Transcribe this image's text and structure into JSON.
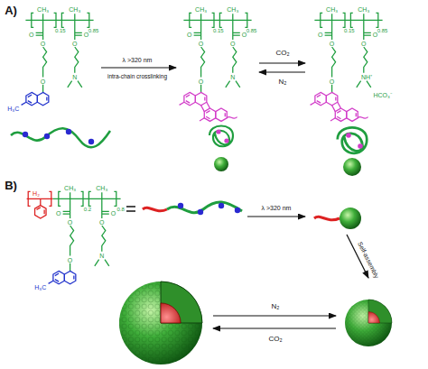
{
  "diagram": {
    "labels": [
      "A)",
      "λ >320 nm",
      "intra-chain crosslinking",
      "CO₂",
      "N₂",
      "CH₃",
      "CH₃",
      "0.15",
      "0.85",
      "O",
      "O",
      "O",
      "O",
      "O",
      "N",
      "H₃C",
      "CH₃",
      "CH₃",
      "0.15",
      "0.85",
      "O",
      "O",
      "O",
      "O",
      "O",
      "N",
      "CH₃",
      "CH₃",
      "0.15",
      "0.85",
      "O",
      "O",
      "O",
      "O",
      "O",
      "NH⁺",
      "HCO₃⁻",
      "B)",
      "H₂",
      "CH₃",
      "CH₃",
      "0.2",
      "0.8",
      "O",
      "O",
      "O",
      "O",
      "O",
      "N",
      "H₃C",
      "λ >320 nm",
      "Self-assembly",
      "N₂",
      "CO₂"
    ]
  }
}
